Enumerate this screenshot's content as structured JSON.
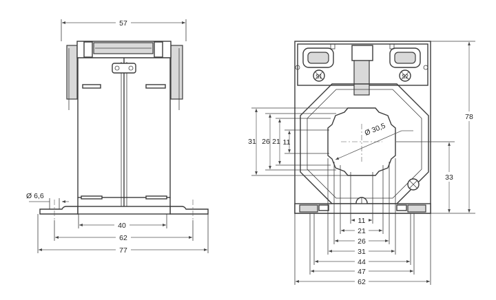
{
  "side_view": {
    "width_top": "57",
    "hole_diameter": "Ø 6,6",
    "width_mounting_inner": "40",
    "width_mounting_mid": "62",
    "width_base_total": "77"
  },
  "front_view": {
    "height_total": "78",
    "height_center": "33",
    "aperture_diameter": "Ø 30,5",
    "vertical_dims": [
      "31",
      "26",
      "21",
      "11"
    ],
    "bottom_dims": [
      "11",
      "21",
      "26",
      "31",
      "44",
      "47",
      "62"
    ],
    "terminal_labels": [
      "S1",
      "S2"
    ],
    "ground_symbol": "earth-symbol"
  },
  "colors": {
    "line": "#3a3a3a",
    "fill": "#d9d9d9",
    "background": "#ffffff"
  }
}
